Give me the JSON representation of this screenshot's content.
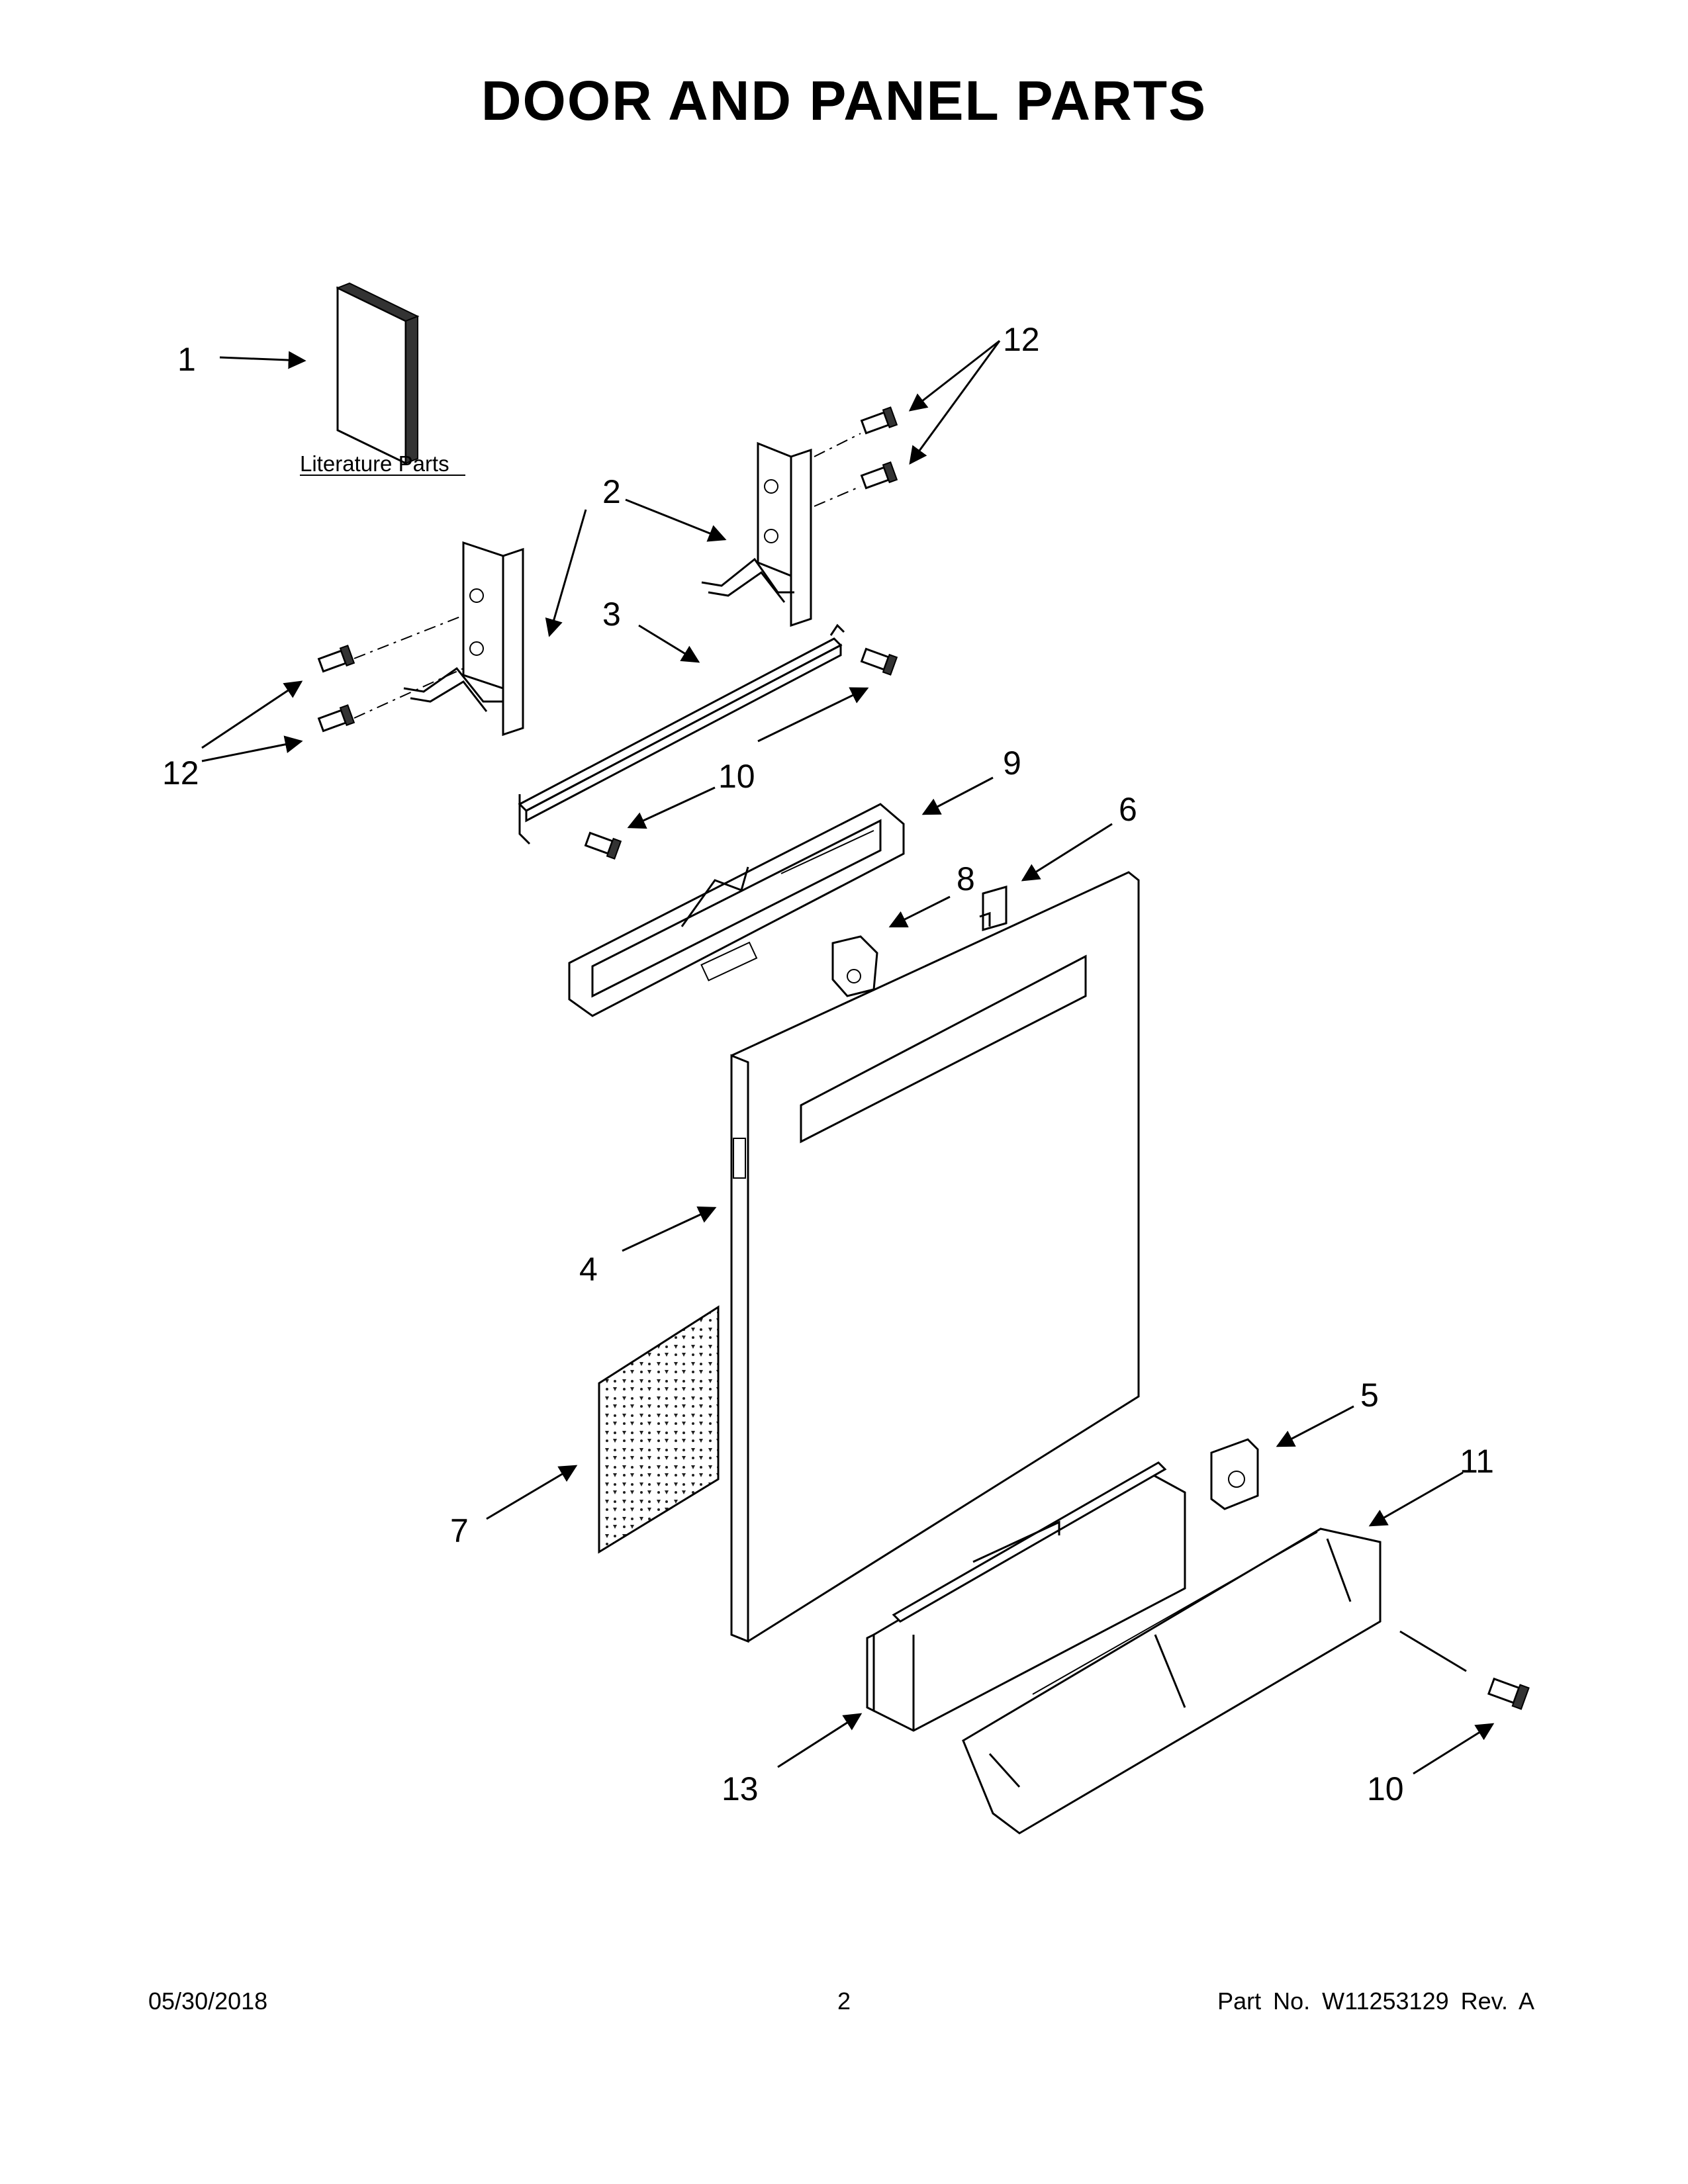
{
  "page": {
    "title": "DOOR AND PANEL PARTS",
    "literature_label": "Literature Parts"
  },
  "callouts": {
    "c1": "1",
    "c2": "2",
    "c3": "3",
    "c4": "4",
    "c5": "5",
    "c6": "6",
    "c7": "7",
    "c8": "8",
    "c9": "9",
    "c10a": "10",
    "c10b": "10",
    "c11": "11",
    "c12a": "12",
    "c12b": "12",
    "c13": "13"
  },
  "footer": {
    "date": "05/30/2018",
    "page_number": "2",
    "part_number": "Part No.  W11253129  Rev.  A"
  }
}
